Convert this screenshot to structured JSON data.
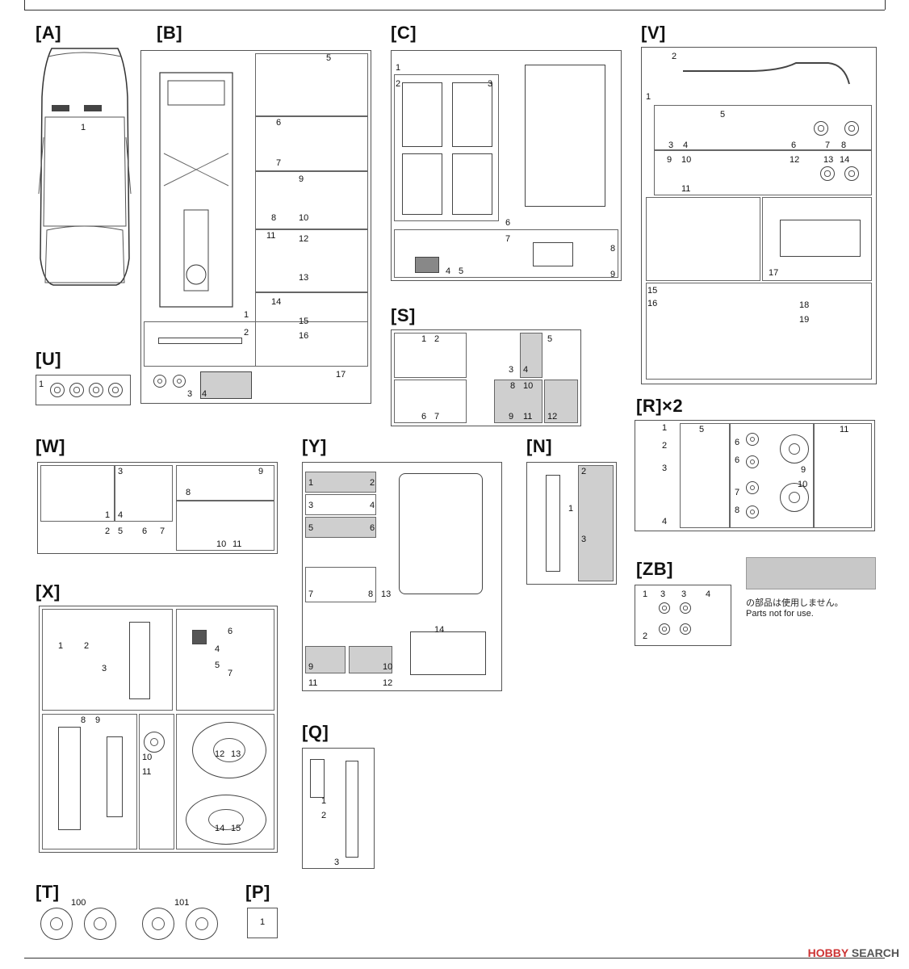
{
  "sheet": {
    "labels": {
      "A": "[A]",
      "B": "[B]",
      "C": "[C]",
      "V": "[V]",
      "U": "[U]",
      "S": "[S]",
      "R": "[R]×2",
      "W": "[W]",
      "Y": "[Y]",
      "N": "[N]",
      "ZB": "[ZB]",
      "X": "[X]",
      "Q": "[Q]",
      "T": "[T]",
      "P": "[P]"
    },
    "legend": {
      "jp": "の部品は使用しません。",
      "en": "Parts not for use."
    },
    "watermark": {
      "logo": "HOBBY",
      "text": "SEARCH"
    },
    "t_numbers": [
      "100",
      "101"
    ]
  },
  "numbers": {
    "A": [
      "1"
    ],
    "B": [
      "5",
      "6",
      "7",
      "9",
      "8",
      "10",
      "11",
      "12",
      "13",
      "14",
      "15",
      "16",
      "1",
      "2",
      "3",
      "4",
      "17"
    ],
    "C": [
      "1",
      "2",
      "3",
      "6",
      "7",
      "4",
      "5",
      "8",
      "9"
    ],
    "V": [
      "2",
      "1",
      "3",
      "4",
      "5",
      "6",
      "7",
      "8",
      "9",
      "10",
      "11",
      "12",
      "13",
      "14",
      "15",
      "16",
      "17",
      "18",
      "19"
    ],
    "U": [
      "1"
    ],
    "S": [
      "1",
      "2",
      "3",
      "4",
      "5",
      "6",
      "7",
      "8",
      "9",
      "10",
      "11",
      "12"
    ],
    "R": [
      "1",
      "2",
      "3",
      "4",
      "5",
      "6",
      "6",
      "7",
      "8",
      "9",
      "10",
      "11"
    ],
    "W": [
      "1",
      "2",
      "3",
      "4",
      "5",
      "6",
      "7",
      "8",
      "9",
      "10",
      "11"
    ],
    "Y": [
      "1",
      "2",
      "3",
      "4",
      "5",
      "6",
      "7",
      "8",
      "13",
      "14",
      "9",
      "10",
      "11",
      "12"
    ],
    "N": [
      "1",
      "2",
      "3"
    ],
    "ZB": [
      "1",
      "2",
      "3",
      "3",
      "4"
    ],
    "X": [
      "1",
      "2",
      "3",
      "4",
      "5",
      "6",
      "7",
      "8",
      "9",
      "10",
      "11",
      "12",
      "13",
      "14",
      "15"
    ],
    "Q": [
      "1",
      "2",
      "3"
    ],
    "P": [
      "1"
    ]
  }
}
